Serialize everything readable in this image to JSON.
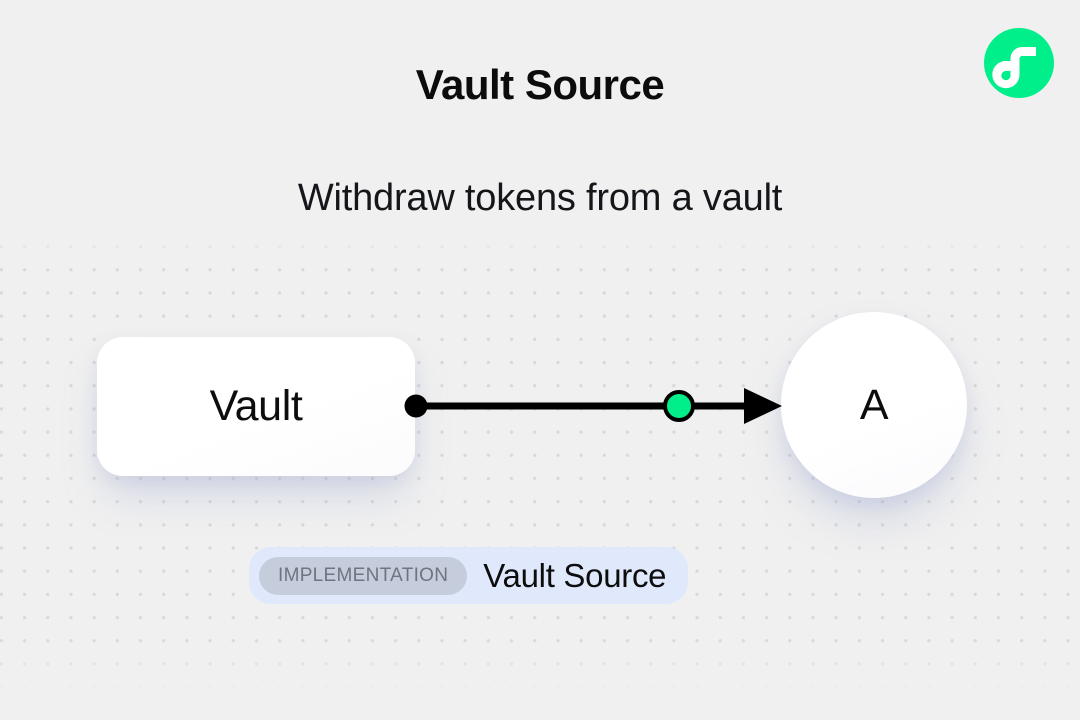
{
  "header": {
    "title": "Vault Source",
    "subtitle": "Withdraw tokens from a vault"
  },
  "brand": {
    "logo_icon": "flow-logo-icon",
    "logo_color": "#00ef8b",
    "logo_mark_color": "#ffffff"
  },
  "diagram": {
    "type": "node-edge-flow",
    "source_node": {
      "label": "Vault",
      "shape": "rounded-rectangle"
    },
    "target_node": {
      "label": "A",
      "shape": "circle"
    },
    "edge": {
      "start_handle_color": "#000000",
      "midpoint_handle_color": "#00ef8b",
      "line_color": "#000000",
      "arrow_direction": "right"
    }
  },
  "badge": {
    "kind_label": "IMPLEMENTATION",
    "name": "Vault Source",
    "container_color": "#dfe9fb",
    "pill_color": "#c5ccdb",
    "pill_text_color": "#6e7581"
  },
  "canvas": {
    "background_color": "#f0f0f0",
    "dot_color": "#d9d9d9"
  }
}
